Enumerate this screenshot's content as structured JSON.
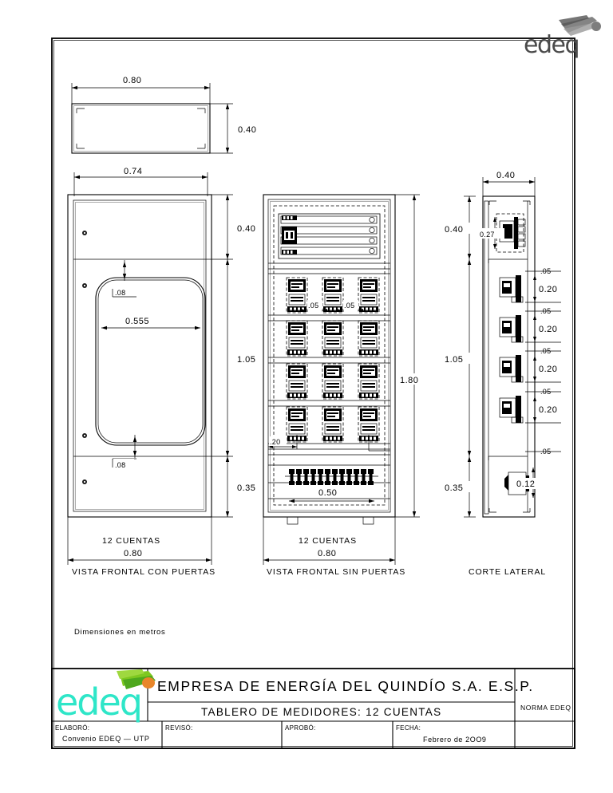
{
  "document": {
    "kind": "engineering-drawing",
    "units_note": "Dimensiones  en  metros"
  },
  "logo": {
    "top_right_text": "edeq",
    "title_block_text": "edeq",
    "wordmark_color": "#2ee6c8",
    "leaf_color": "#5bbf2a",
    "dot_color": "#e8862a",
    "gray_color": "#4a4a4a"
  },
  "views": [
    {
      "id": "front-with-doors",
      "caption": "VISTA  FRONTAL  CON  PUERTAS",
      "accounts_label": "12  CUENTAS",
      "width_label": "0.80",
      "dims": {
        "inner_width": "0.74",
        "top_section": "0.40",
        "middle_section": "1.05",
        "bottom_section": "0.35",
        "door_gap_top": ".08",
        "door_gap_bottom": ".08",
        "door_width": "0.555"
      }
    },
    {
      "id": "front-without-doors",
      "caption": "VISTA  FRONTAL  SIN  PUERTAS",
      "accounts_label": "12  CUENTAS",
      "width_label": "0.80",
      "dims": {
        "total_height": "1.80",
        "meter_gap_a": ".05",
        "meter_gap_b": ".05",
        "meter_offset": ".20",
        "terminal_width": "0.50"
      },
      "meter_rows": 4,
      "meter_cols": 3,
      "busbar_rails": 4,
      "terminal_blocks": 12
    },
    {
      "id": "side-section",
      "caption": "CORTE  LATERAL",
      "dims": {
        "depth": "0.40",
        "top_section": "0.40",
        "middle_section": "1.05",
        "bottom_section": "0.35",
        "breaker_depth": "0.27",
        "gap_1": ".05",
        "meter_1": "0.20",
        "gap_2": ".05",
        "meter_2": "0.20",
        "gap_3": ".05",
        "meter_3": "0.20",
        "gap_4": ".05",
        "meter_4": "0.20",
        "gap_5": ".05",
        "terminal_depth": "0.12"
      }
    }
  ],
  "top_plan": {
    "width_label": "0.80",
    "depth_label": "0.40"
  },
  "title_block": {
    "company": "EMPRESA DE ENERGÍA DEL QUINDÍO S.A.  E.S.P.",
    "drawing_title": "TABLERO  DE  MEDIDORES:  12  CUENTAS",
    "norm": "NORMA  EDEQ",
    "fields": [
      {
        "label": "ELABORÓ:",
        "value": "Convenio  EDEQ  —  UTP"
      },
      {
        "label": "REVISÓ:",
        "value": ""
      },
      {
        "label": "APROBÓ:",
        "value": ""
      },
      {
        "label": "FECHA:",
        "value": "Febrero  de  2OO9"
      }
    ]
  }
}
